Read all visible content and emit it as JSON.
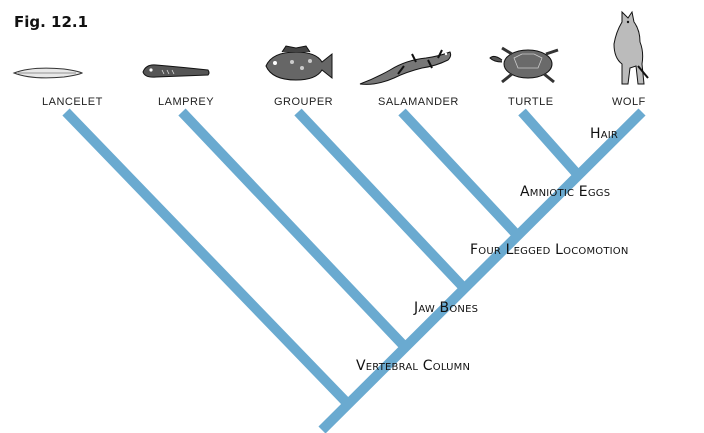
{
  "figure_label": "Fig. 12.1",
  "taxa": [
    "LANCELET",
    "LAMPREY",
    "GROUPER",
    "SALAMANDER",
    "TURTLE",
    "WOLF"
  ],
  "traits": [
    "Hair",
    "Amniotic Eggs",
    "Four Legged Locomotion",
    "Jaw Bones",
    "Vertebral Column"
  ],
  "animal_icons": [
    "lancelet-icon",
    "lamprey-icon",
    "grouper-icon",
    "salamander-icon",
    "turtle-icon",
    "wolf-icon"
  ],
  "colors": {
    "branch": "#6aaad0"
  }
}
